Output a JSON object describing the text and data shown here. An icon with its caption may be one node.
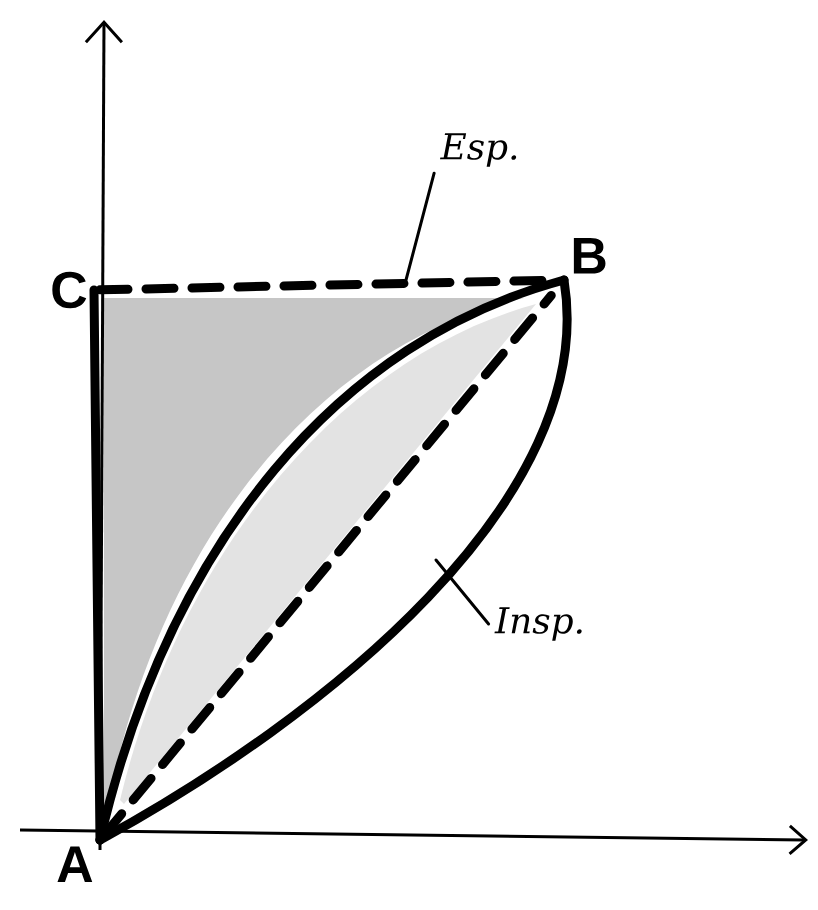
{
  "diagram": {
    "nodes": [
      {
        "text": [
          "A"
        ]
      },
      {
        "text": [
          "B"
        ]
      },
      {
        "text": [
          "C"
        ]
      },
      {
        "text": [
          "Esp."
        ]
      },
      {
        "text": [
          "Insp."
        ]
      }
    ],
    "edges": [
      {
        "from": 0,
        "to": 2,
        "arrow": "none"
      },
      {
        "from": 2,
        "to": 1,
        "arrow": "none",
        "style": "dashed"
      },
      {
        "from": 0,
        "to": 1,
        "arrow": "none",
        "style": "dashed"
      },
      {
        "from": 0,
        "to": 1,
        "arrow": "none"
      },
      {
        "from": 0,
        "to": 1,
        "arrow": "none"
      },
      {
        "from": 3,
        "to": null,
        "arrow": "none"
      },
      {
        "from": 4,
        "to": null,
        "arrow": "none"
      }
    ]
  }
}
